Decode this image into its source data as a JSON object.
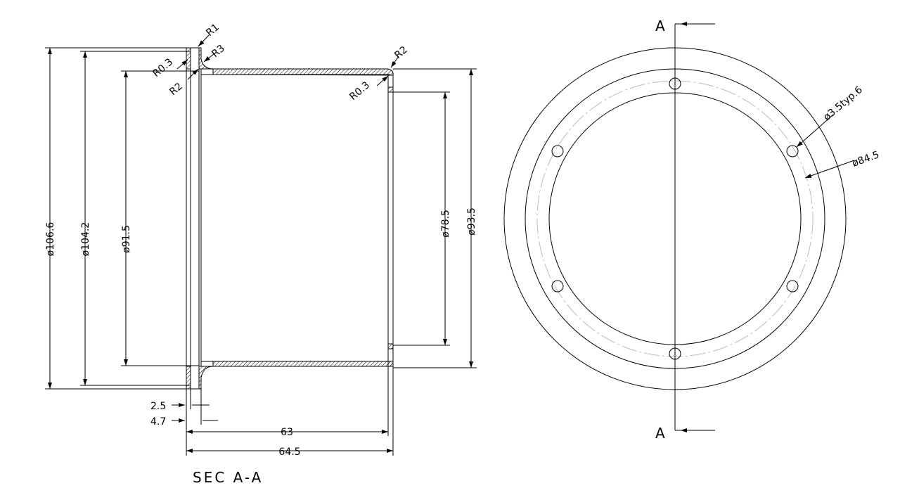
{
  "section_view": {
    "title": "SEC A-A",
    "dims": {
      "d106_6": "ø106.6",
      "d104_2": "ø104.2",
      "d91_5": "ø91.5",
      "d78_5": "ø78.5",
      "d93_5": "ø93.5",
      "len_2_5": "2.5",
      "len_4_7": "4.7",
      "len_63": "63",
      "len_64_5": "64.5"
    },
    "radii": {
      "r1": "R1",
      "r3": "R3",
      "r0_3_left": "R0.3",
      "r2_left": "R2",
      "r2_right": "R2",
      "r0_3_right": "R0.3"
    }
  },
  "front_view": {
    "section_mark_top": "A",
    "section_mark_bottom": "A",
    "hole_callout": "ø3.5typ.6",
    "pcd_callout": "ø84.5"
  }
}
